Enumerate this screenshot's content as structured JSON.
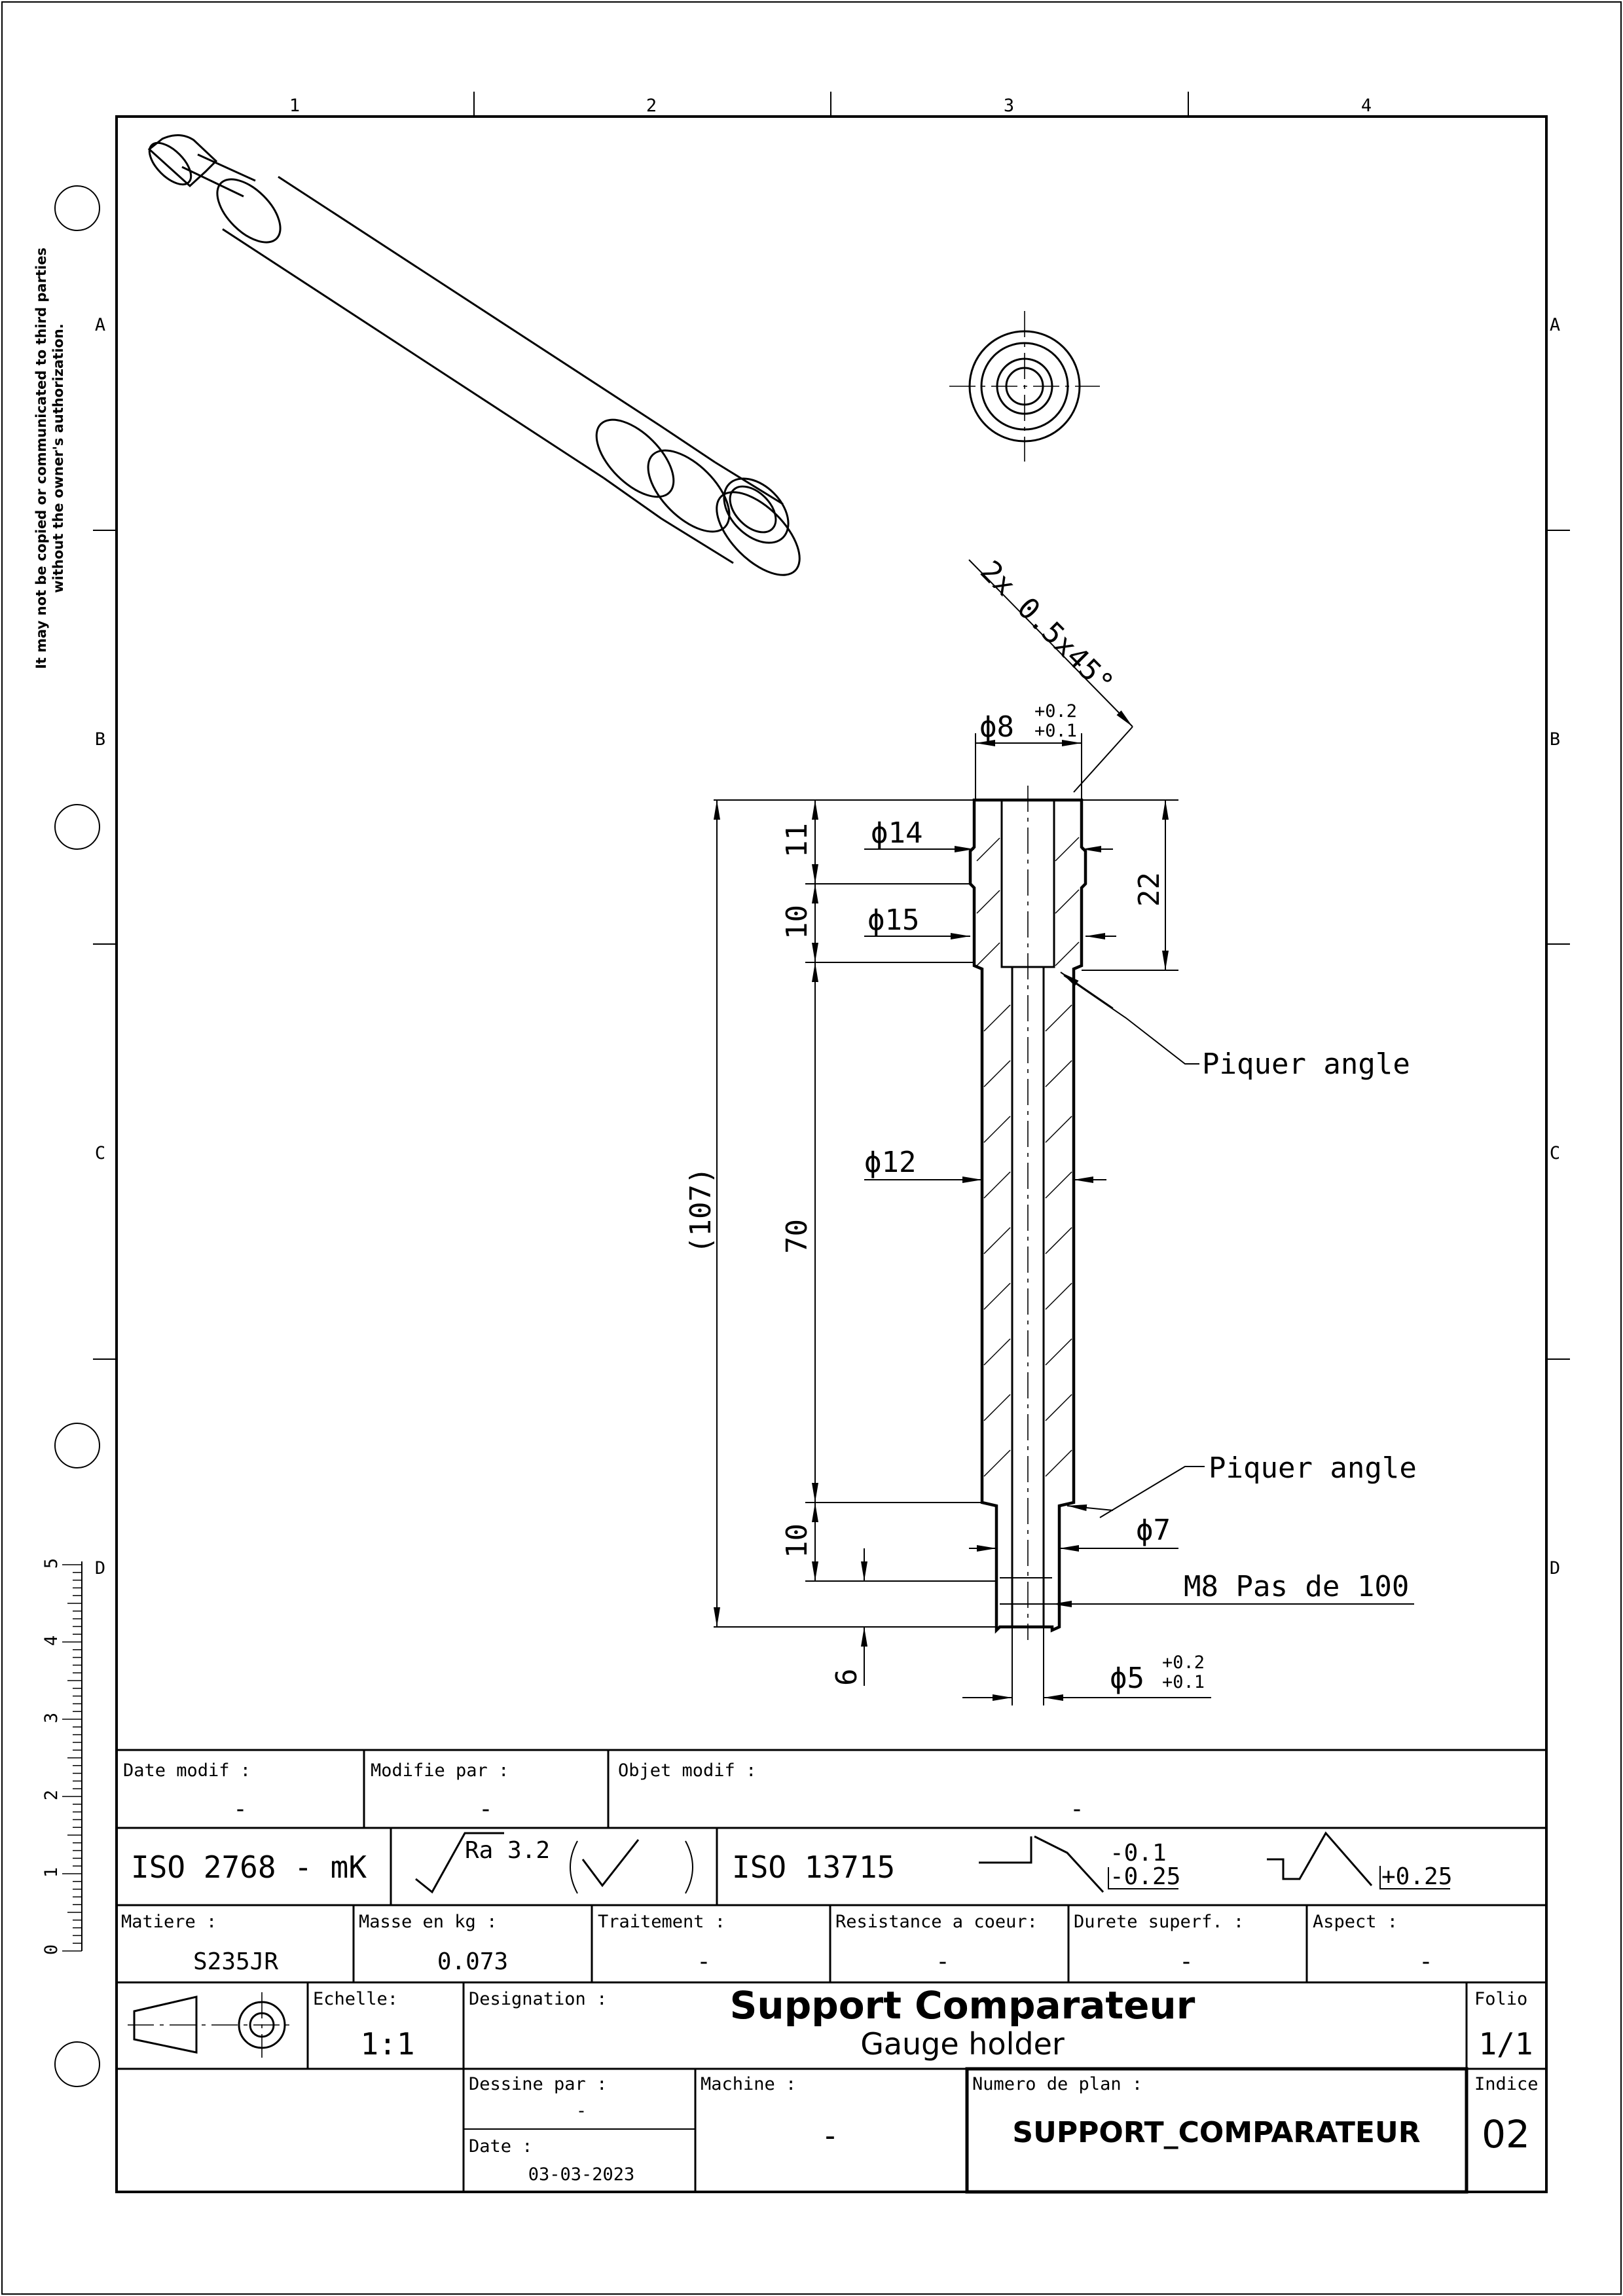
{
  "notice": {
    "line1": "It may not be copied or communicated to third parties",
    "line2": "without the owner's authorization."
  },
  "grid": {
    "columns": [
      "1",
      "2",
      "3",
      "4"
    ],
    "rows": [
      "A",
      "B",
      "C",
      "D"
    ]
  },
  "scale_ruler": {
    "labels": [
      "0",
      "1",
      "2",
      "3",
      "4",
      "5"
    ]
  },
  "dimensions": {
    "chamfer": "2x 0.5x45°",
    "d8": "ϕ8",
    "d8_tol_upper": "+0.2",
    "d8_tol_lower": "+0.1",
    "d14": "ϕ14",
    "d15": "ϕ15",
    "d12": "ϕ12",
    "d7": "ϕ7",
    "d5": "ϕ5",
    "d5_tol_upper": "+0.2",
    "d5_tol_lower": "+0.1",
    "len11": "11",
    "len10a": "10",
    "len22": "22",
    "len70": "70",
    "len107": "(107)",
    "len10b": "10",
    "len6": "6",
    "thread": "M8 Pas de 100",
    "note1": "Piquer angle",
    "note2": "Piquer angle"
  },
  "title_block": {
    "date_modif_label": "Date modif :",
    "date_modif_value": "-",
    "modifie_par_label": "Modifie par :",
    "modifie_par_value": "-",
    "objet_modif_label": "Objet modif :",
    "objet_modif_value": "-",
    "iso_general": "ISO 2768 - mK",
    "roughness": "Ra 3.2",
    "iso_edges": "ISO 13715",
    "edge_ext_upper": "-0.1",
    "edge_ext_lower": "-0.25",
    "edge_int": "+0.25",
    "matiere_label": "Matiere :",
    "matiere_value": "S235JR",
    "masse_label": "Masse en kg :",
    "masse_value": "0.073",
    "traitement_label": "Traitement :",
    "traitement_value": "-",
    "resistance_label": "Resistance a coeur:",
    "resistance_value": "-",
    "durete_label": "Durete superf. :",
    "durete_value": "-",
    "aspect_label": "Aspect :",
    "aspect_value": "-",
    "echelle_label": "Echelle:",
    "echelle_value": "1:1",
    "designation_label": "Designation :",
    "title": "Support Comparateur",
    "subtitle": "Gauge holder",
    "folio_label": "Folio",
    "folio_value": "1/1",
    "dessine_label": "Dessine par :",
    "dessine_value": "-",
    "date_label": "Date :",
    "date_value": "03-03-2023",
    "machine_label": "Machine :",
    "machine_value": "-",
    "numero_label": "Numero de plan :",
    "numero_value": "SUPPORT_COMPARATEUR",
    "indice_label": "Indice",
    "indice_value": "02"
  }
}
